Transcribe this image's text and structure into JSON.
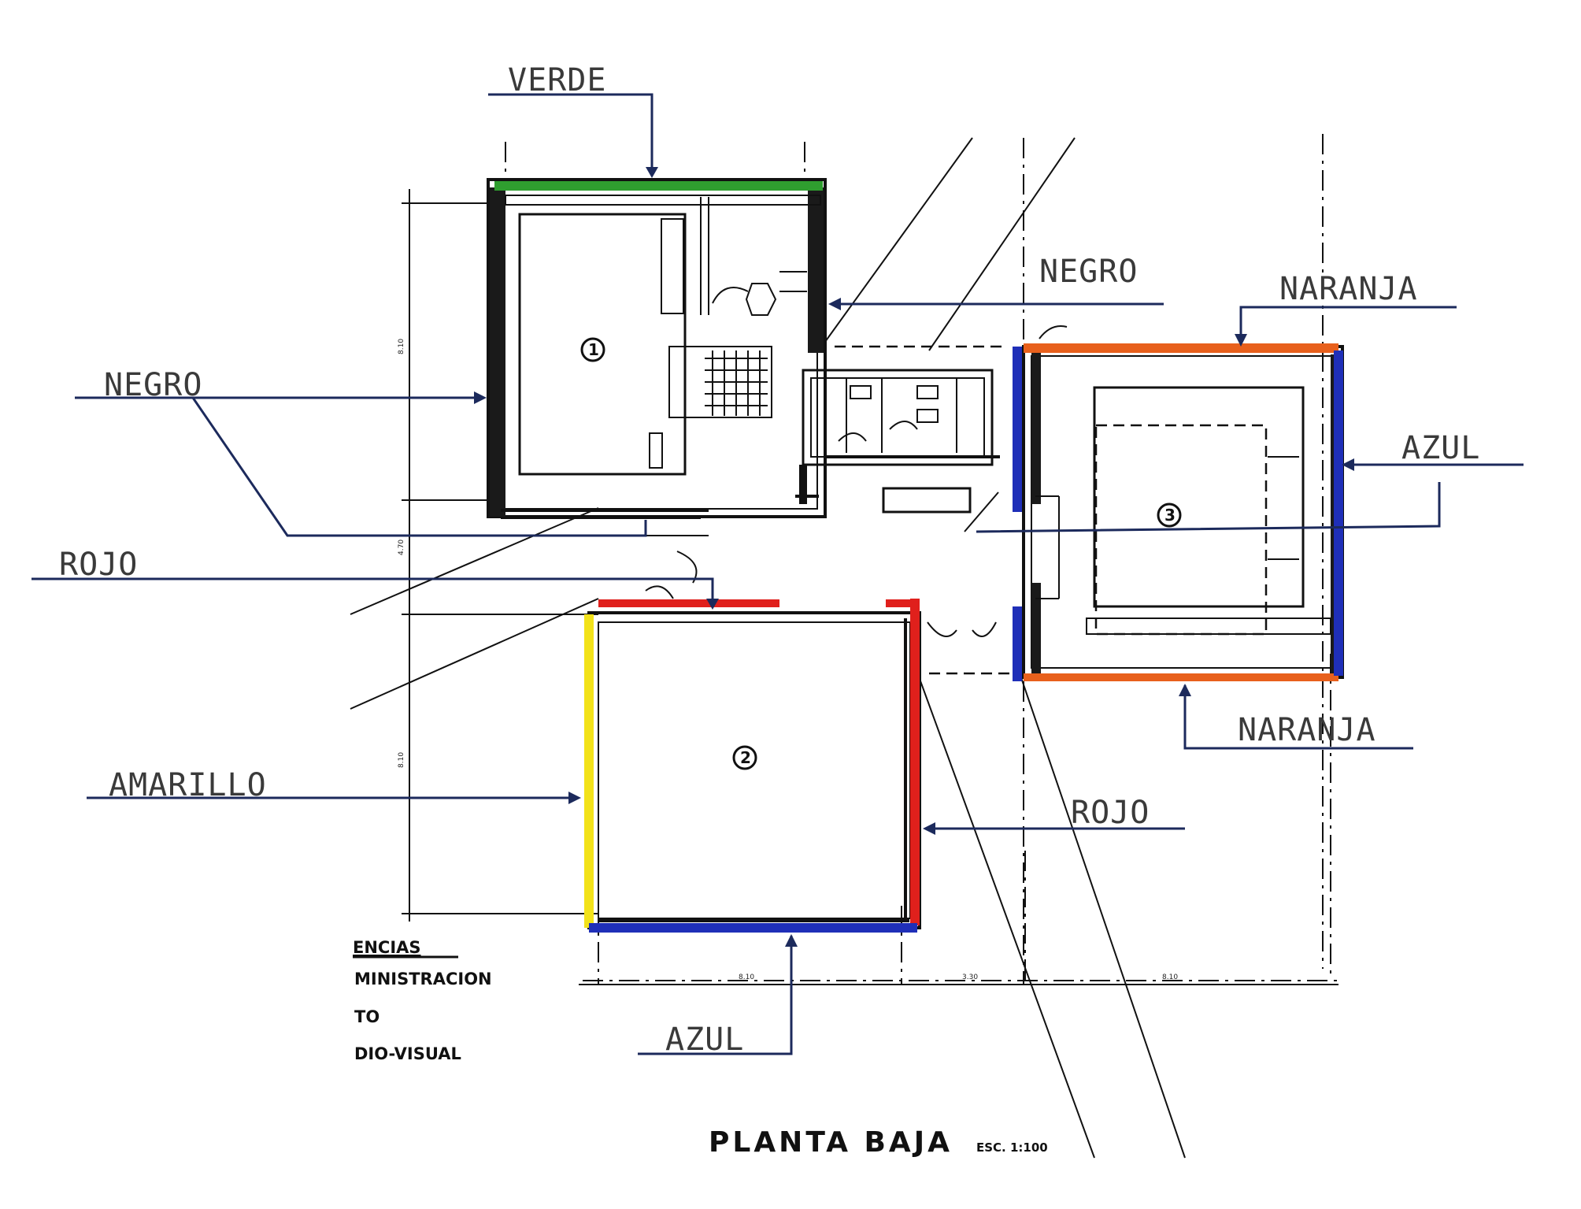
{
  "plan": {
    "title": "PLANTA BAJA",
    "scale": "ESC. 1:100",
    "rooms": [
      {
        "number": "1"
      },
      {
        "number": "2"
      },
      {
        "number": "3"
      }
    ],
    "legend": {
      "heading": "ENCIAS",
      "items": [
        "MINISTRACION",
        "TO",
        "DIO-VISUAL"
      ]
    },
    "callouts": {
      "verde": "VERDE",
      "negro_top": "NEGRO",
      "naranja_top": "NARANJA",
      "negro_left": "NEGRO",
      "azul_right": "AZUL",
      "rojo_left": "ROJO",
      "amarillo": "AMARILLO",
      "rojo_right": "ROJO",
      "naranja_bottom": "NARANJA",
      "azul_bottom": "AZUL"
    },
    "dimensions": [
      "8.10",
      "3.30",
      "8.10",
      "8.10",
      "4.70",
      "8.10"
    ],
    "colors": {
      "verde": "#2f9e2f",
      "negro": "#111111",
      "naranja": "#e8601c",
      "azul": "#1f2fb8",
      "rojo": "#e0201c",
      "amarillo": "#f2e21a",
      "leader": "#1c2a5c"
    }
  }
}
